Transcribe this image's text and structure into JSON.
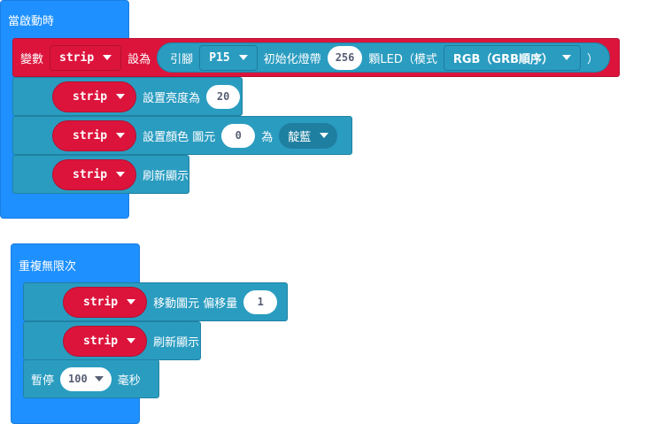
{
  "on_start": {
    "title": "當啟動時",
    "set_var": {
      "label": "變數",
      "var": "strip",
      "set_as": "設為",
      "pin_label": "引腳",
      "pin": "P15",
      "init_label": "初始化燈帶",
      "count": "256",
      "leds_label": "顆LED（模式",
      "mode": "RGB（GRB順序）",
      "close": "）"
    },
    "brightness": {
      "var": "strip",
      "label": "設置亮度為",
      "value": "20"
    },
    "set_pixel": {
      "var": "strip",
      "label": "設置顏色 圖元",
      "index": "0",
      "as": "為",
      "color": "靛藍"
    },
    "show": {
      "var": "strip",
      "label": "刷新顯示"
    }
  },
  "forever": {
    "title": "重複無限次",
    "shift": {
      "var": "strip",
      "label": "移動圖元 偏移量",
      "value": "1"
    },
    "show": {
      "var": "strip",
      "label": "刷新顯示"
    },
    "pause": {
      "label": "暫停",
      "value": "100",
      "unit": "毫秒"
    }
  },
  "colors": {
    "event": "#1e90ff",
    "neopixel": "#2a9cc0",
    "variable": "#dc143c"
  }
}
